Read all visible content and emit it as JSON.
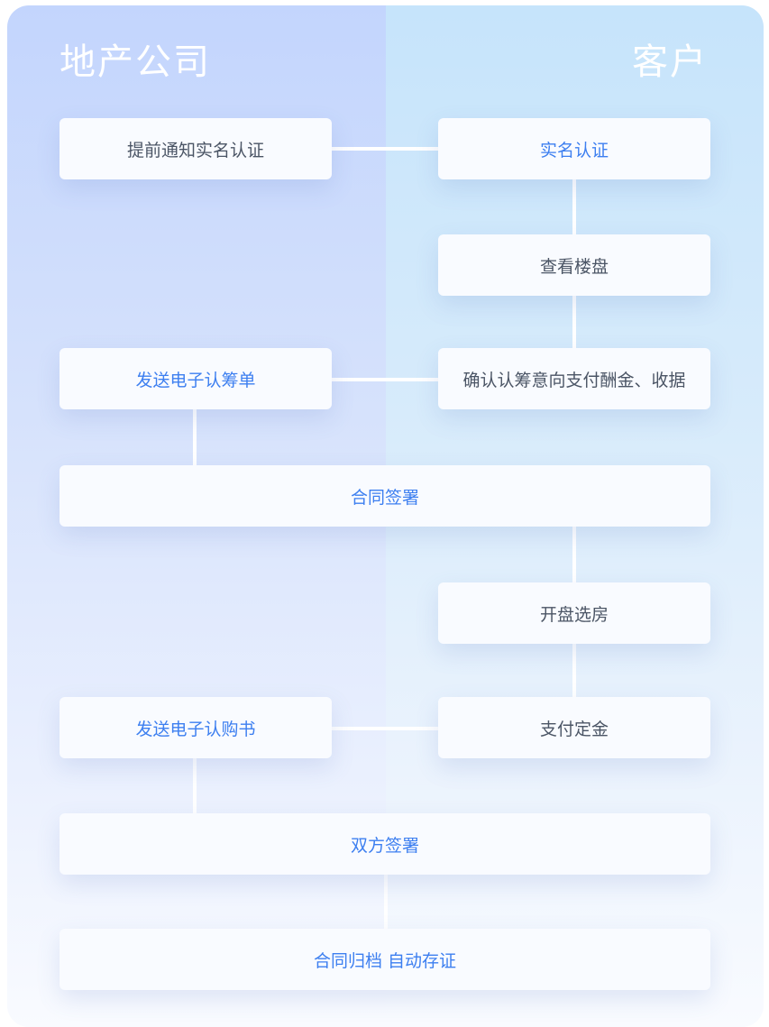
{
  "columns": {
    "left_title": "地产公司",
    "right_title": "客户"
  },
  "steps": {
    "notify_realname": "提前通知实名认证",
    "realname": "实名认证",
    "view_property": "查看楼盘",
    "send_subscription_form": "发送电子认筹单",
    "confirm_subscription": "确认认筹意向支付酬金、收据",
    "contract_sign": "合同签署",
    "open_selection": "开盘选房",
    "send_purchase_letter": "发送电子认购书",
    "pay_deposit": "支付定金",
    "both_sign": "双方签署",
    "archive": "合同归档 自动存证"
  },
  "colors": {
    "accent": "#3d7ff0",
    "text_dark": "#4b5565",
    "left_col_top": "#c3d5fd",
    "right_col_top": "#c6e4fb"
  }
}
